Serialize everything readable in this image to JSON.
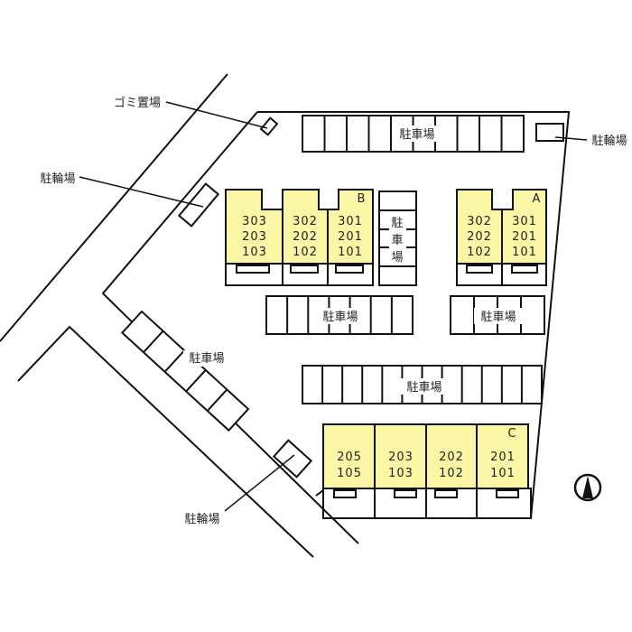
{
  "title": "Site plan",
  "colors": {
    "building_fill": "#fbf5a6",
    "line": "#111111"
  },
  "labels": {
    "garbage": "ゴミ置場",
    "bicycle_left": "駐輪場",
    "bicycle_right": "駐輪場",
    "bicycle_bottom": "駐輪場",
    "parking_top": "駐車場",
    "parking_vertical": [
      "駐",
      "車",
      "場"
    ],
    "parking_mid_left": "駐車場",
    "parking_mid_right": "駐車場",
    "parking_lower": "駐車場",
    "parking_diagonal": "駐車場"
  },
  "buildings": {
    "B": {
      "name": "B",
      "units": [
        [
          "303",
          "203",
          "103"
        ],
        [
          "302",
          "202",
          "102"
        ],
        [
          "301",
          "201",
          "101"
        ]
      ]
    },
    "A": {
      "name": "A",
      "units": [
        [
          "302",
          "202",
          "102"
        ],
        [
          "301",
          "201",
          "101"
        ]
      ]
    },
    "C": {
      "name": "C",
      "units": [
        [
          "205",
          "105"
        ],
        [
          "203",
          "103"
        ],
        [
          "202",
          "102"
        ],
        [
          "201",
          "101"
        ]
      ]
    }
  },
  "north_icon": "north-arrow-icon"
}
